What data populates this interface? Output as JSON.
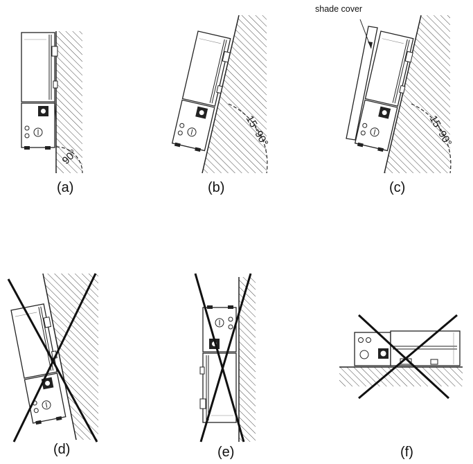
{
  "annotations": {
    "shade_cover": "shade cover",
    "angle_a": "90°",
    "angle_b": "15~90°",
    "angle_c": "15~90°"
  },
  "captions": {
    "a": "(a)",
    "b": "(b)",
    "c": "(c)",
    "d": "(d)",
    "e": "(e)",
    "f": "(f)"
  }
}
